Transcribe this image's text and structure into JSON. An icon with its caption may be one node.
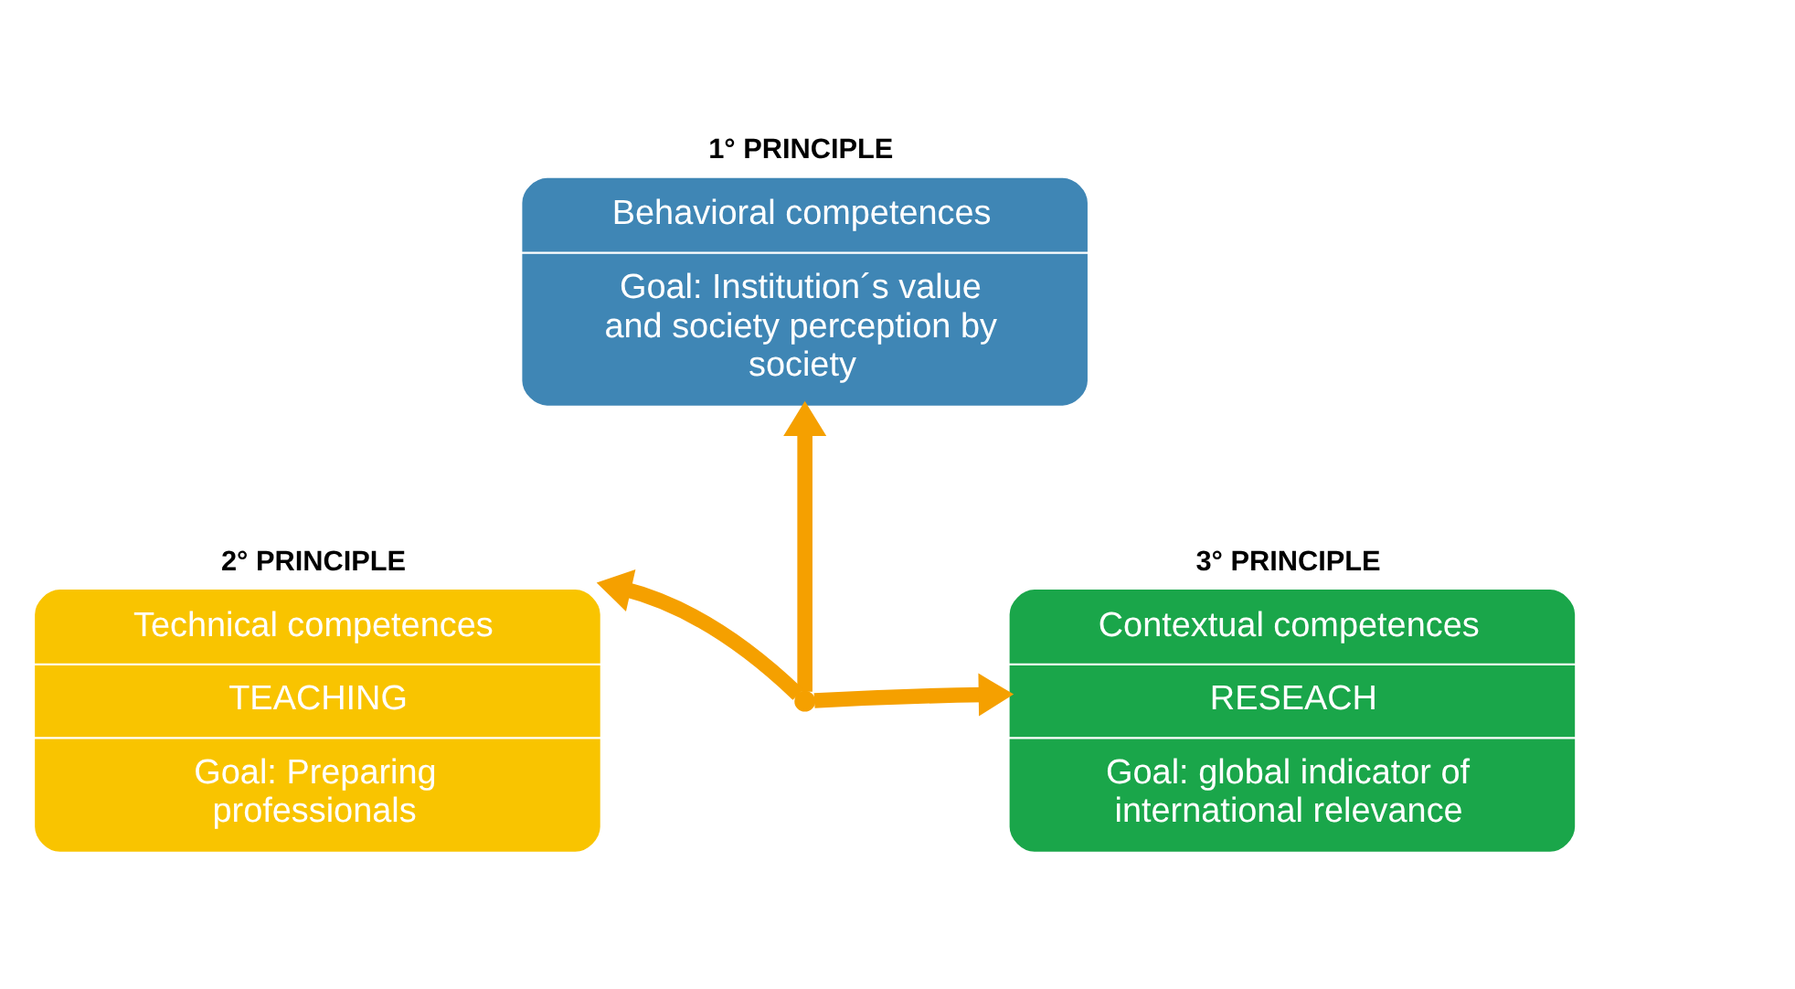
{
  "diagram": {
    "nodes": [
      {
        "text": [
          "1° PRINCIPLE",
          "Behavioral competences",
          "Goal: Institution´s value and society perception by society"
        ]
      },
      {
        "text": [
          "2° PRINCIPLE",
          "Technical competences",
          "TEACHING",
          "Goal: Preparing professionals"
        ]
      },
      {
        "text": [
          "3° PRINCIPLE",
          "Contextual competences",
          "RESEACH",
          "Goal: global indicator of international relevance"
        ]
      },
      {
        "text": [],
        "shape": "point"
      }
    ],
    "edges": [
      {
        "from": 3,
        "to": 0,
        "arrow": "to"
      },
      {
        "from": 3,
        "to": 1,
        "arrow": "to"
      },
      {
        "from": 3,
        "to": 2,
        "arrow": "to"
      }
    ]
  }
}
